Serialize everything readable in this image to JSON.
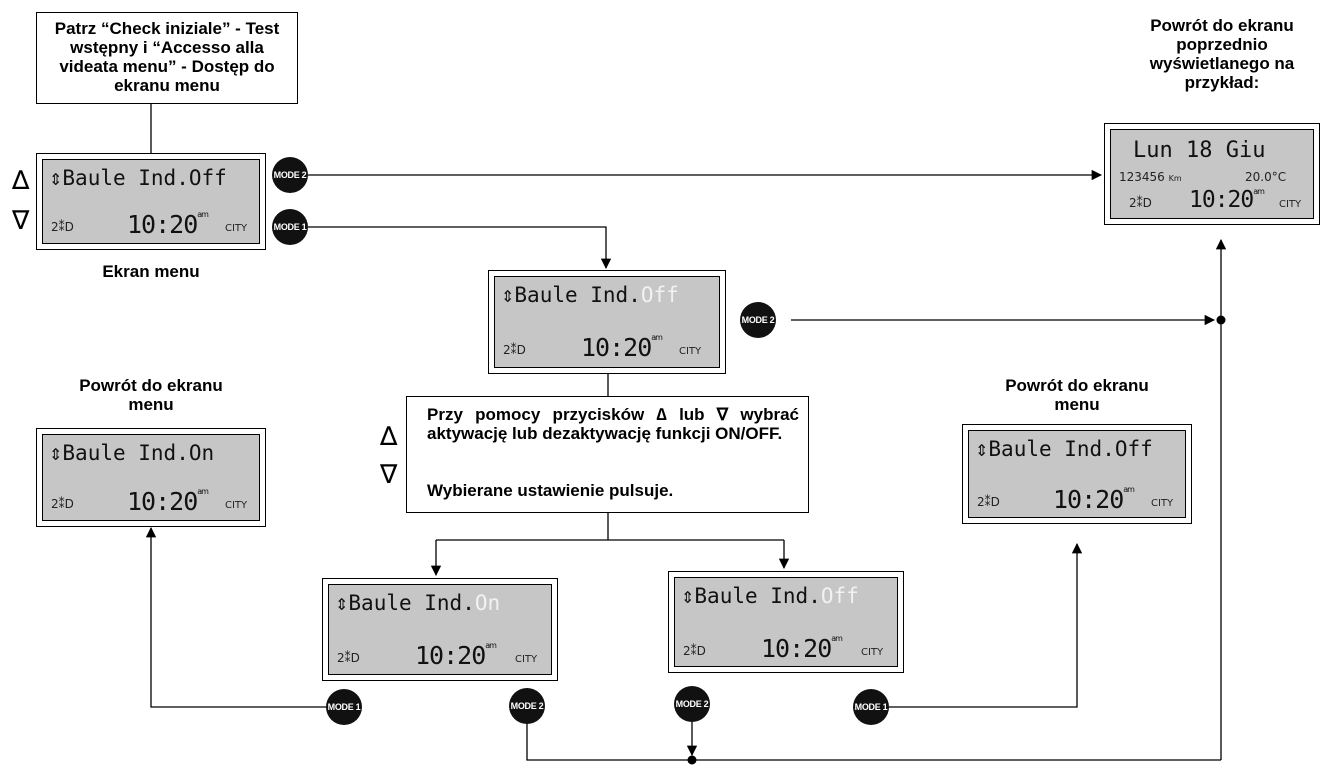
{
  "notes": {
    "top_left": "Patrz “Check iniziale” - Test wstępny i “Accesso alla videata menu” - Dostęp do ekranu menu",
    "menu_caption": "Ekran menu",
    "previous_screen": "Powrót do ekranu poprzednio wyświetlanego na przykład:",
    "return_left": "Powrót do ekranu menu",
    "return_right": "Powrót do ekranu menu",
    "instructions_1": "Przy pomocy przycisków ∆ lub ∇ wybrać aktywację lub dezaktywację funkcji ON/OFF.",
    "instructions_2": "Wybierane ustawienie pulsuje."
  },
  "buttons": {
    "mode1": "MODE 1",
    "mode2": "MODE 2",
    "up": "∆",
    "down": "∇"
  },
  "displays": {
    "menu": {
      "label": "Baule Ind.",
      "state": "Off"
    },
    "editing": {
      "label": "Baule Ind.",
      "state": "Off"
    },
    "return_on": {
      "label": "Baule Ind.",
      "state": "On"
    },
    "return_off": {
      "label": "Baule Ind.",
      "state": "Off"
    },
    "select_on": {
      "label": "Baule Ind.",
      "state": "On"
    },
    "select_off": {
      "label": "Baule Ind.",
      "state": "Off"
    },
    "common": {
      "icon": "2⁑D",
      "time": "10:20",
      "ampm": "am",
      "mode": "CITY"
    },
    "previous": {
      "day_line": "Lun 18 Giu",
      "odometer": "123456",
      "unit": "Km",
      "temperature": "20.0°C"
    }
  },
  "colors": {
    "lcd_background": "#c6c6c6",
    "blinking_text": "#f2f2f2",
    "button": "#111111"
  }
}
